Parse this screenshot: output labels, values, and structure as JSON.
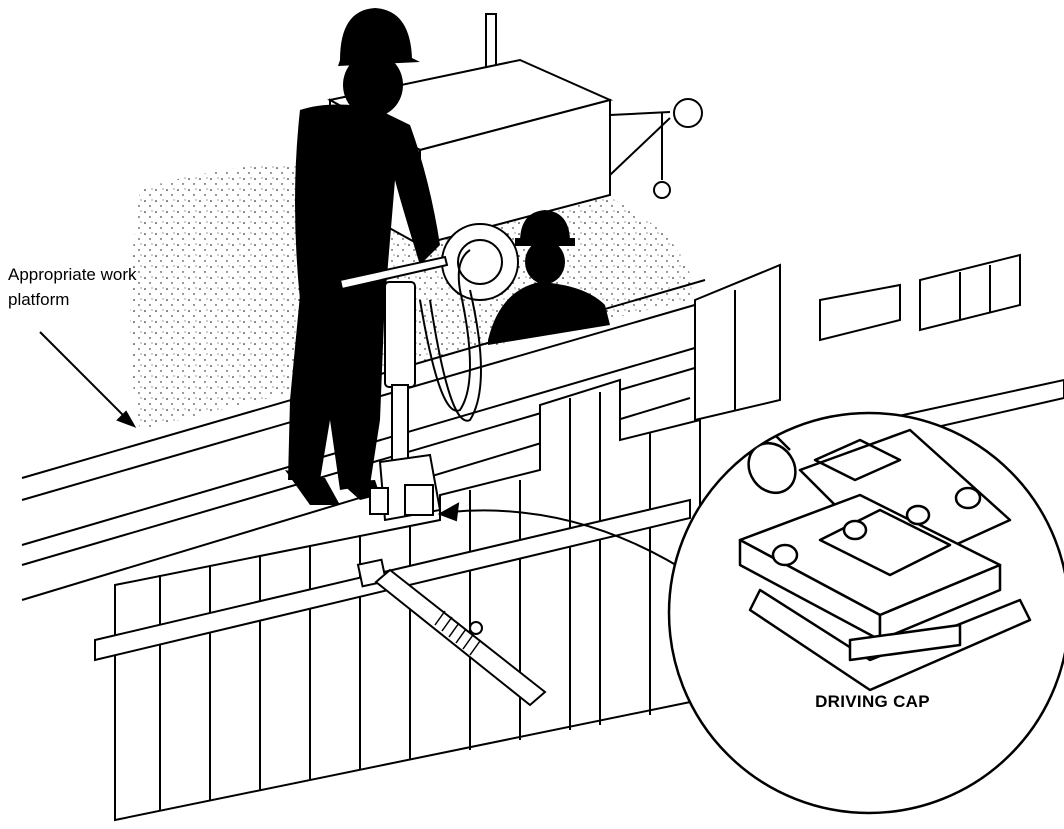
{
  "labels": {
    "platform_line1": "Appropriate work",
    "platform_line2": "platform",
    "driving_cap": "DRIVING CAP"
  },
  "colors": {
    "ink": "#000000",
    "background": "#ffffff",
    "stipple": "#000000"
  },
  "icons": [
    "worker-silhouette",
    "hard-hat",
    "pile-driver",
    "hydraulic-power-unit",
    "hose",
    "driving-cap"
  ]
}
